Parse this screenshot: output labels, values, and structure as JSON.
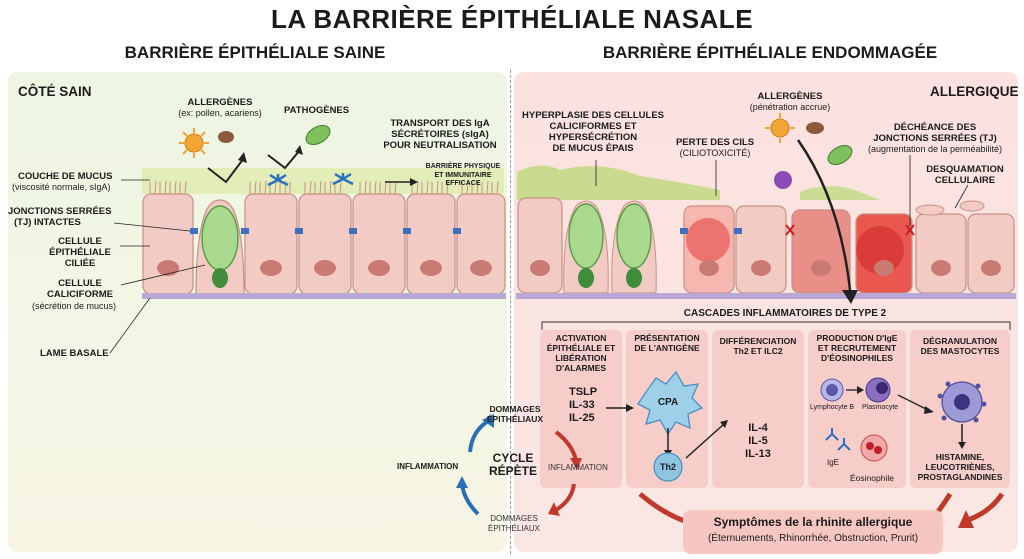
{
  "title": "LA BARRIÈRE ÉPITHÉLIALE NASALE",
  "left": {
    "heading": "BARRIÈRE ÉPITHÉLIALE SAINE",
    "side": "CÔTÉ SAIN",
    "allergens": {
      "label": "ALLERGÈNES",
      "detail": "(ex: pollen, acariens)"
    },
    "pathogens": "PATHOGÈNES",
    "iga": [
      "TRANSPORT DES IgA",
      "SÉCRÉTOIRES (sIgA)",
      "POUR NEUTRALISATION"
    ],
    "barrier": [
      "BARRIÈRE PHYSIQUE",
      "ET IMMUNITAIRE",
      "EFFICACE"
    ],
    "mucus": {
      "label": "COUCHE DE MUCUS",
      "detail": "(viscosité normale, sIgA)"
    },
    "tj": [
      "JONCTIONS SERRÉES",
      "(TJ) INTACTES"
    ],
    "ciliated": [
      "CELLULE",
      "ÉPITHÉLIALE",
      "CILIÉE"
    ],
    "goblet": {
      "label1": "CELLULE",
      "label2": "CALICIFORME",
      "detail": "(sécrétion de mucus)"
    },
    "basal": "LAME BASALE"
  },
  "right": {
    "heading": "BARRIÈRE ÉPITHÉLIALE ENDOMMAGÉE",
    "side": "ALLERGIQUE",
    "hyperplasia": [
      "HYPERPLASIE DES CELLULES",
      "CALICIFORMES ET",
      "HYPERSÉCRÉTION",
      "DE MUCUS ÉPAIS"
    ],
    "cilia_loss": {
      "label": "PERTE DES CILS",
      "detail": "(CILIOTOXICITÉ)"
    },
    "allergens": {
      "label": "ALLERGÈNES",
      "detail": "(pénétration accrue)"
    },
    "tj_failure": {
      "label1": "DÉCHÉANCE DES",
      "label2": "JONCTIONS SERRÉES (TJ)",
      "detail": "(augmentation de la perméabilité)"
    },
    "desquamation": [
      "DESQUAMATION",
      "CELLULAIRE"
    ],
    "cascade_title": "CASCADES INFLAMMATOIRES DE TYPE 2",
    "columns": [
      {
        "title": [
          "ACTIVATION",
          "ÉPITHÉLIALE ET",
          "LIBÉRATION",
          "D'ALARMES"
        ],
        "items": [
          "TSLP",
          "IL-33",
          "IL-25"
        ]
      },
      {
        "title": [
          "PRÉSENTATION",
          "DE L'ANTIGÈNE"
        ],
        "cpa": "CPA",
        "th2": "Th2"
      },
      {
        "title": [
          "DIFFÉRENCIATION",
          "Th2 ET ILC2"
        ],
        "items": [
          "IL-4",
          "IL-5",
          "IL-13"
        ]
      },
      {
        "title": [
          "PRODUCTION D'IgE",
          "ET RECRUTEMENT",
          "D'ÉOSINOPHILES"
        ],
        "lymph": "Lymphocyte B",
        "plasma": "Plasmocyte",
        "ige": "IgE",
        "eos": "Éosinophile"
      },
      {
        "title": [
          "DÉGRANULATION",
          "DES MASTOCYTES"
        ],
        "mediators": [
          "HISTAMINE,",
          "LEUCOTRIÈNES,",
          "PROSTAGLANDINES"
        ]
      }
    ],
    "symptoms": {
      "title": "Symptômes de la rhinite allergique",
      "detail": "(Éternuements, Rhinorrhée, Obstruction, Prurit)"
    }
  },
  "cycle": {
    "damage_top": [
      "DOMMAGES",
      "ÉPITHÉLIAUX"
    ],
    "inflammation_left": "INFLAMMATION",
    "center": [
      "CYCLE",
      "RÉPÈTE"
    ],
    "inflammation_right": "INFLAMMATION",
    "damage_bottom": [
      "DOMMAGES",
      "ÉPITHÉLIAUX"
    ]
  },
  "colors": {
    "healthy_bg": "#eef5e2",
    "damaged_bg": "#fbe2df",
    "cell": "#f1c9c4",
    "goblet": "#9fd28a",
    "inflamed": "#e0403d",
    "arrow_red": "#c0392b",
    "arrow_blue": "#2a6fb5"
  }
}
